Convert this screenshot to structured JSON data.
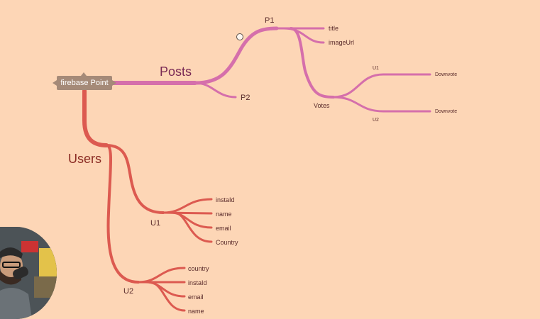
{
  "root": {
    "label": "firebase Point"
  },
  "posts": {
    "label": "Posts",
    "p1": {
      "label": "P1",
      "children": [
        "title",
        "imageUrl"
      ]
    },
    "p2": {
      "label": "P2"
    },
    "votes": {
      "label": "Votes",
      "u1": {
        "label": "U1",
        "value": "Downvote"
      },
      "u2": {
        "label": "U2",
        "value": "Downvote"
      }
    }
  },
  "users": {
    "label": "Users",
    "u1": {
      "label": "U1",
      "children": [
        "instaId",
        "name",
        "email",
        "Country"
      ]
    },
    "u2": {
      "label": "U2",
      "children": [
        "country",
        "instaId",
        "email",
        "name"
      ]
    }
  },
  "colors": {
    "background": "#fdd6b6",
    "posts_branch": "#d56fab",
    "users_branch": "#dc5a50",
    "root_node": "#a58a78"
  },
  "icons": {
    "cursor": "grab-hand-cursor-icon",
    "presenter": "webcam-presenter"
  }
}
